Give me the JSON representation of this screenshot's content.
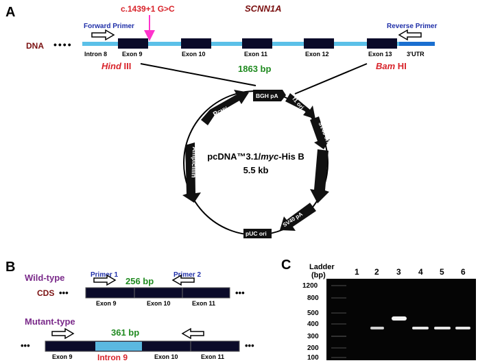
{
  "panel_a": {
    "label": "A",
    "mutation": "c.1439+1 G>C",
    "gene": "SCNN1A",
    "dna_label": "DNA",
    "forward_primer": "Forward Primer",
    "reverse_primer": "Reverse Primer",
    "regions": [
      "Intron 8",
      "Exon 9",
      "Exon 10",
      "Exon 11",
      "Exon 12",
      "Exon 13",
      "3'UTR"
    ],
    "enzyme_left_a": "Hind",
    "enzyme_left_b": " III",
    "enzyme_right_a": "Bam",
    "enzyme_right_b": " HI",
    "insert_size": "1863 bp",
    "plasmid_name_a": "pcDNA™3.1/",
    "plasmid_name_b": "myc",
    "plasmid_name_c": "-His B",
    "plasmid_size": "5.5 kb",
    "features": {
      "pcmv_p": "P",
      "pcmv_sub": "CMV",
      "bgh": "BGH pA",
      "f1": "f1 ori",
      "sv40ori": "SV40 ori",
      "neo": "Neomycin",
      "sv40pa": "SV40 pA",
      "puc": "pUC ori",
      "amp": "Ampicillin"
    }
  },
  "panel_b": {
    "label": "B",
    "wild_type": "Wild-type",
    "mutant_type": "Mutant-type",
    "cds": "CDS",
    "primer1": "Primer 1",
    "primer2": "Primer 2",
    "wt_size": "256 bp",
    "mut_size": "361 bp",
    "wt_exons": [
      "Exon 9",
      "Exon 10",
      "Exon 11"
    ],
    "mut_labels": [
      "Exon 9",
      "Intron 9",
      "Exon 10",
      "Exon 11"
    ]
  },
  "panel_c": {
    "label": "C",
    "ladder_line1": "Ladder",
    "ladder_line2": "(bp)",
    "lanes": [
      "1",
      "2",
      "3",
      "4",
      "5",
      "6"
    ],
    "ladder_sizes": [
      "1200",
      "800",
      "500",
      "400",
      "300",
      "200",
      "100"
    ]
  },
  "colors": {
    "dna_line": "#5bc0e8",
    "utr": "#1a6fd0",
    "exon": "#0b0b2a",
    "primer_blue": "#1f2fa8",
    "red": "#d8232a",
    "dark_red": "#7a1010",
    "green": "#1f8a1f",
    "purple": "#7a2a8a",
    "magenta": "#ff33cc",
    "intron_box": "#5bb8e0"
  }
}
